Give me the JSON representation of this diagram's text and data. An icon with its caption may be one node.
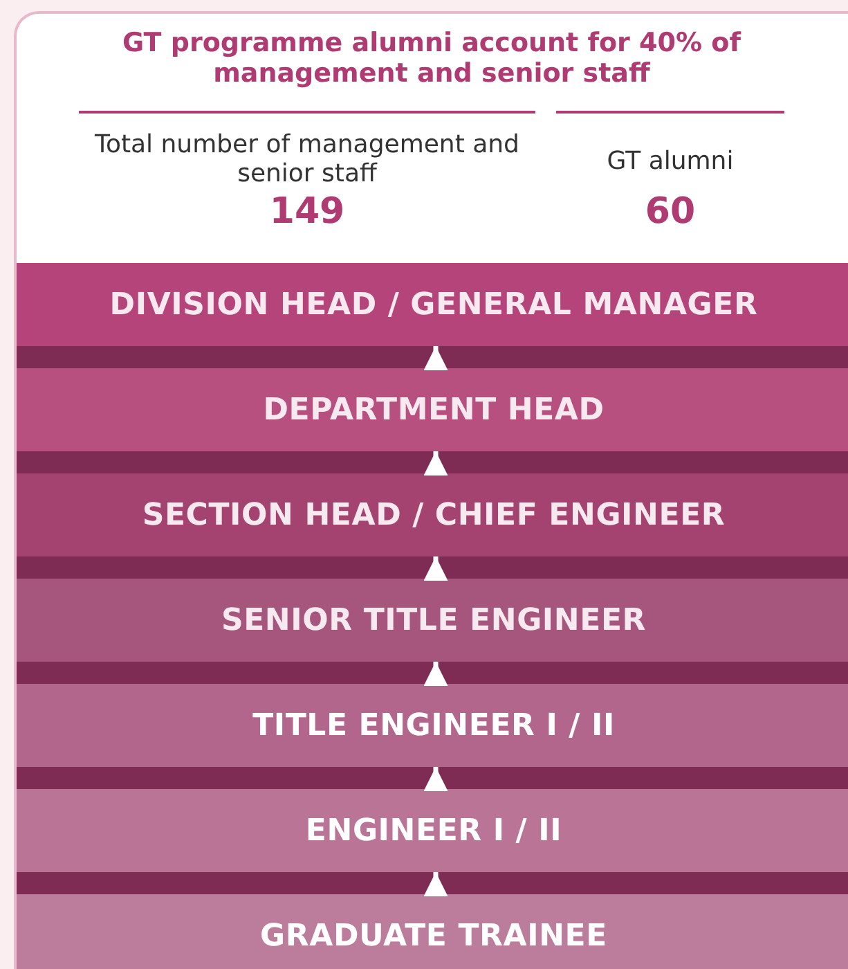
{
  "diagram": {
    "title": "GT programme alumni account for 40% of management and senior staff",
    "nodes": [
      {
        "text": [
          "DIVISION HEAD / GENERAL MANAGER"
        ]
      },
      {
        "text": [
          "DEPARTMENT HEAD"
        ]
      },
      {
        "text": [
          "SECTION HEAD / CHIEF ENGINEER"
        ]
      },
      {
        "text": [
          "SENIOR TITLE ENGINEER"
        ]
      },
      {
        "text": [
          "TITLE ENGINEER I / II"
        ]
      },
      {
        "text": [
          "ENGINEER I / II"
        ]
      },
      {
        "text": [
          "GRADUATE TRAINEE"
        ]
      }
    ],
    "edges": [
      {
        "from": 1,
        "to": 0,
        "arrow": "to"
      },
      {
        "from": 2,
        "to": 1,
        "arrow": "to"
      },
      {
        "from": 3,
        "to": 2,
        "arrow": "to"
      },
      {
        "from": 4,
        "to": 3,
        "arrow": "to"
      },
      {
        "from": 5,
        "to": 4,
        "arrow": "to"
      },
      {
        "from": 6,
        "to": 5,
        "arrow": "to"
      }
    ],
    "labels": [
      "Total number of management and senior staff",
      "149",
      "GT alumni",
      "60"
    ]
  }
}
